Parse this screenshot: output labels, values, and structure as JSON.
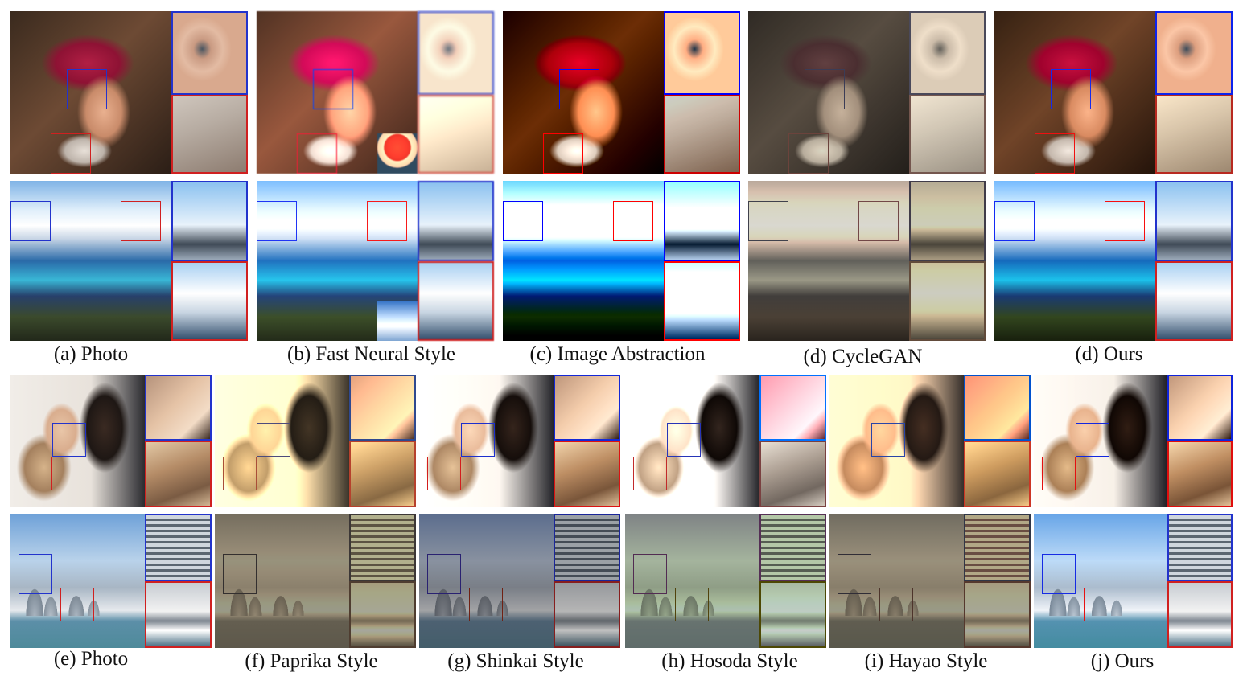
{
  "captions": {
    "a": "(a) Photo",
    "b": "(b) Fast Neural Style",
    "c": "(c) Image Abstraction",
    "d": "(d) CycleGAN",
    "d_ours": "(d) Ours",
    "e": "(e) Photo",
    "f": "(f) Paprika Style",
    "g": "(g) Shinkai Style",
    "h": "(h) Hosoda Style",
    "i": "(i) Hayao Style",
    "j": "(j) Ours"
  },
  "colors": {
    "zoom_top_border": "#2233cc",
    "zoom_bottom_border": "#d02020"
  }
}
